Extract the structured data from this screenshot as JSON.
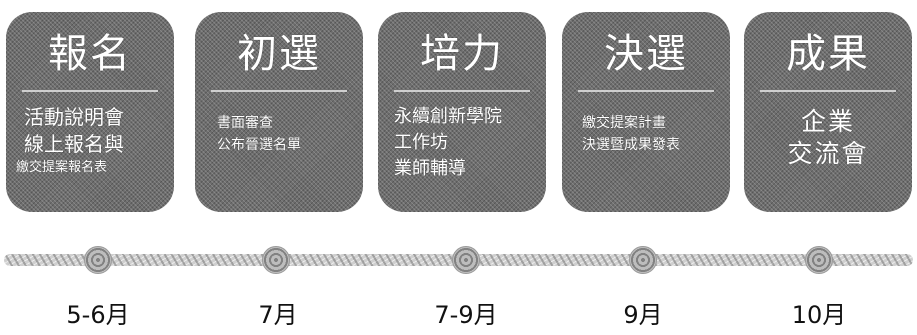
{
  "stages": [
    {
      "title": "報名",
      "lines": [
        "活動說明會",
        "線上報名與",
        "繳交提案報名表"
      ]
    },
    {
      "title": "初選",
      "lines": [
        "書面審查",
        "公布晉選名單"
      ]
    },
    {
      "title": "培力",
      "lines": [
        "永續創新學院",
        "工作坊",
        "業師輔導"
      ]
    },
    {
      "title": "決選",
      "lines": [
        "繳交提案計畫",
        "決選暨成果發表"
      ]
    },
    {
      "title": "成果",
      "lines": [
        "企業",
        "交流會"
      ]
    }
  ],
  "dates": [
    "5-6月",
    "7月",
    "7-9月",
    "9月",
    "10月"
  ],
  "colors": {
    "card": "#6e6e6e",
    "card_text": "#ffffff",
    "timeline": "#cfcfcf",
    "date_text": "#111111"
  }
}
